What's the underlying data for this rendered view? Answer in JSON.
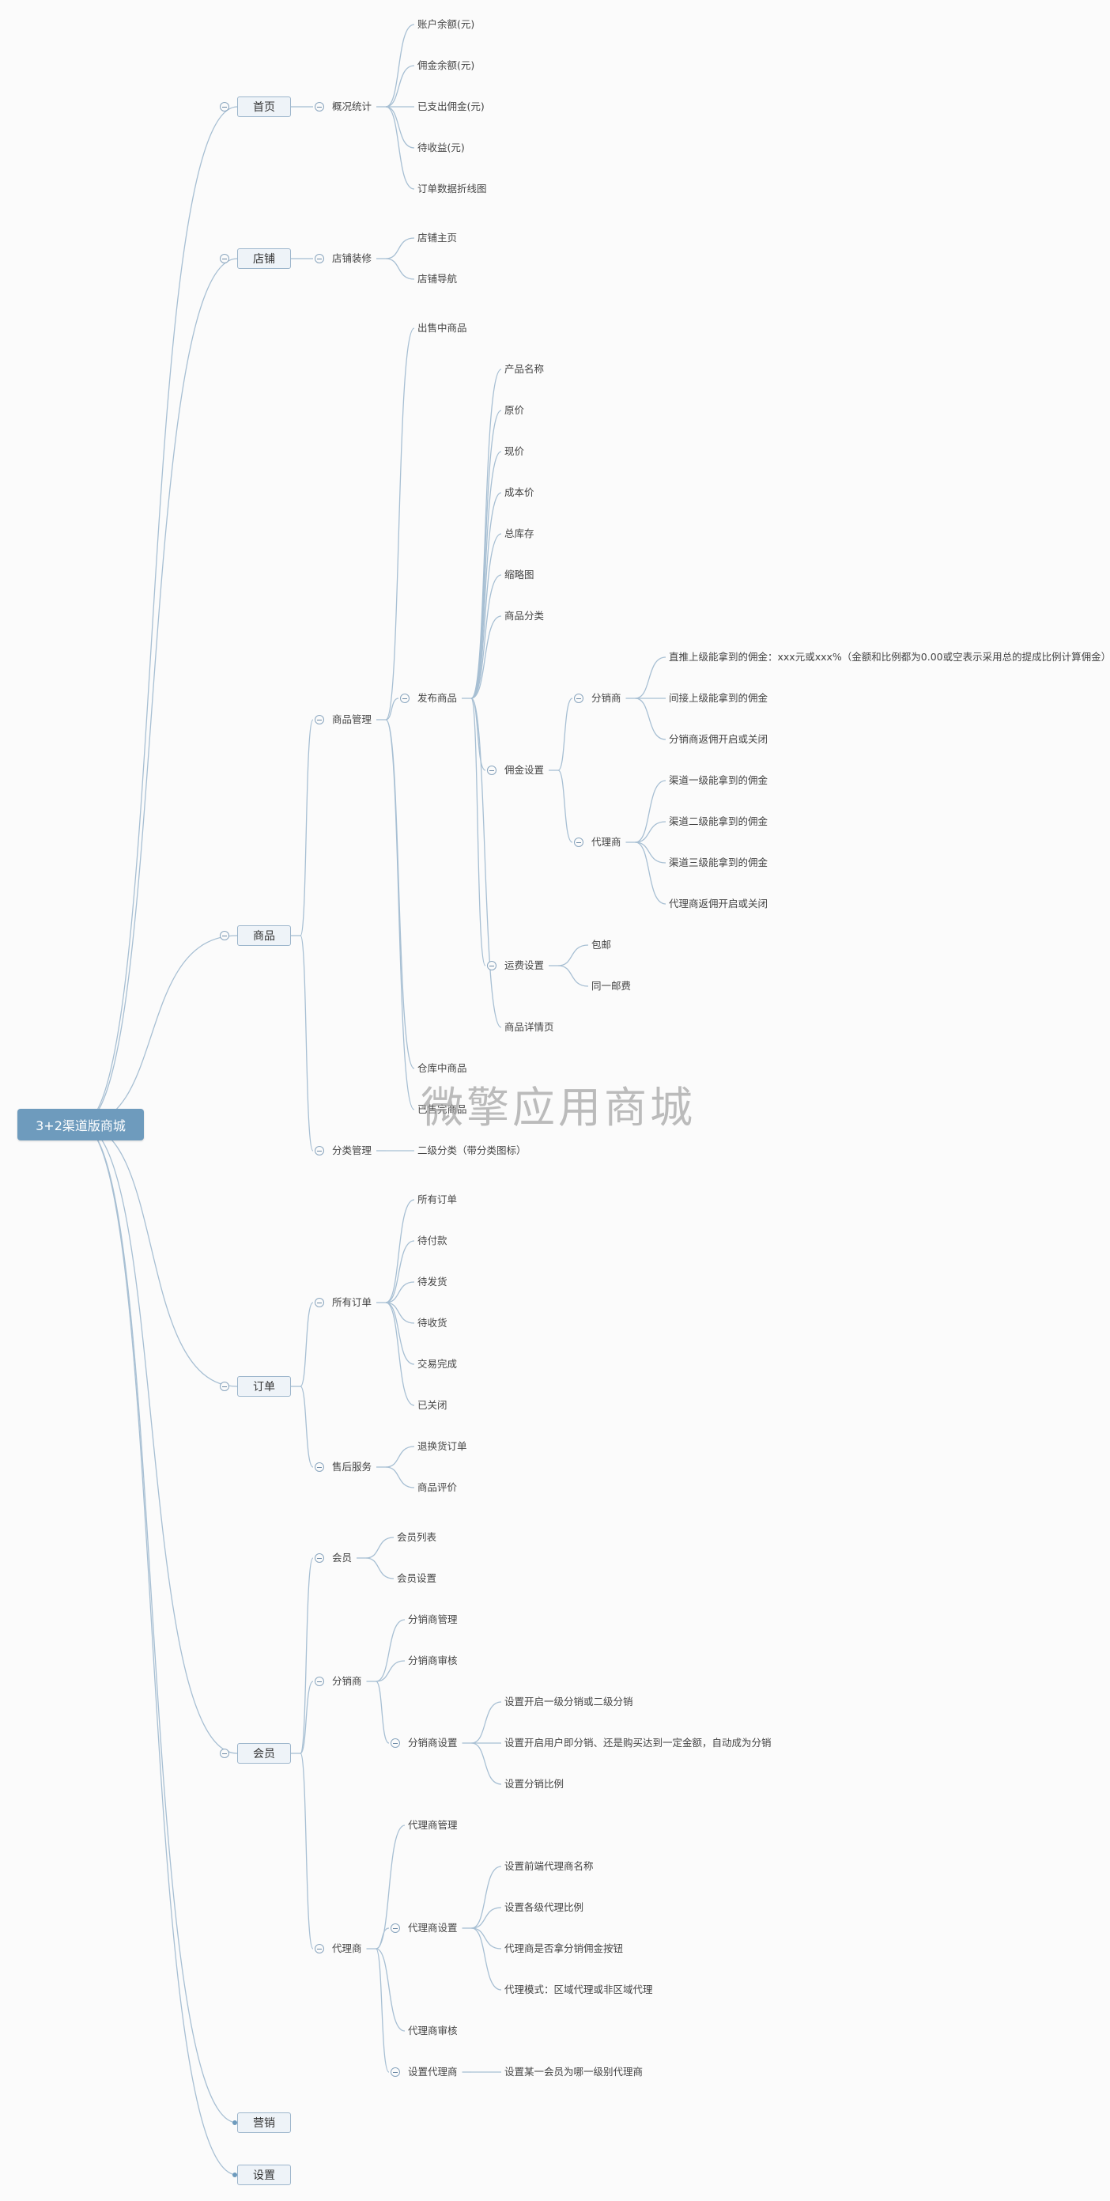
{
  "root": {
    "label": "3+2渠道版商城",
    "children": [
      {
        "label": "首页",
        "children": [
          {
            "label": "概况统计",
            "children": [
              {
                "label": "账户余额(元)"
              },
              {
                "label": "佣金余额(元)"
              },
              {
                "label": "已支出佣金(元)"
              },
              {
                "label": "待收益(元)"
              },
              {
                "label": "订单数据折线图"
              }
            ]
          }
        ]
      },
      {
        "label": "店铺",
        "children": [
          {
            "label": "店铺装修",
            "children": [
              {
                "label": "店铺主页"
              },
              {
                "label": "店铺导航"
              }
            ]
          }
        ]
      },
      {
        "label": "商品",
        "children": [
          {
            "label": "商品管理",
            "children": [
              {
                "label": "出售中商品"
              },
              {
                "label": "发布商品",
                "children": [
                  {
                    "label": "产品名称"
                  },
                  {
                    "label": "原价"
                  },
                  {
                    "label": "现价"
                  },
                  {
                    "label": "成本价"
                  },
                  {
                    "label": "总库存"
                  },
                  {
                    "label": "缩略图"
                  },
                  {
                    "label": "商品分类"
                  },
                  {
                    "label": "佣金设置",
                    "children": [
                      {
                        "label": "分销商",
                        "children": [
                          {
                            "label": "直推上级能拿到的佣金：xxx元或xxx%（金额和比例都为0.00或空表示采用总的提成比例计算佣金）"
                          },
                          {
                            "label": "间接上级能拿到的佣金"
                          },
                          {
                            "label": "分销商返佣开启或关闭"
                          }
                        ]
                      },
                      {
                        "label": "代理商",
                        "children": [
                          {
                            "label": "渠道一级能拿到的佣金"
                          },
                          {
                            "label": "渠道二级能拿到的佣金"
                          },
                          {
                            "label": "渠道三级能拿到的佣金"
                          },
                          {
                            "label": "代理商返佣开启或关闭"
                          }
                        ]
                      }
                    ]
                  },
                  {
                    "label": "运费设置",
                    "children": [
                      {
                        "label": "包邮"
                      },
                      {
                        "label": "同一邮费"
                      }
                    ]
                  },
                  {
                    "label": "商品详情页"
                  }
                ]
              },
              {
                "label": "仓库中商品"
              },
              {
                "label": "已售完商品"
              }
            ]
          },
          {
            "label": "分类管理",
            "children": [
              {
                "label": "二级分类（带分类图标）"
              }
            ]
          }
        ]
      },
      {
        "label": "订单",
        "children": [
          {
            "label": "所有订单",
            "children": [
              {
                "label": "所有订单"
              },
              {
                "label": "待付款"
              },
              {
                "label": "待发货"
              },
              {
                "label": "待收货"
              },
              {
                "label": "交易完成"
              },
              {
                "label": "已关闭"
              }
            ]
          },
          {
            "label": "售后服务",
            "children": [
              {
                "label": "退换货订单"
              },
              {
                "label": "商品评价"
              }
            ]
          }
        ]
      },
      {
        "label": "会员",
        "children": [
          {
            "label": "会员",
            "children": [
              {
                "label": "会员列表"
              },
              {
                "label": "会员设置"
              }
            ]
          },
          {
            "label": "分销商",
            "children": [
              {
                "label": "分销商管理"
              },
              {
                "label": "分销商审核"
              },
              {
                "label": "分销商设置",
                "children": [
                  {
                    "label": "设置开启一级分销或二级分销"
                  },
                  {
                    "label": "设置开启用户即分销、还是购买达到一定金额，自动成为分销"
                  },
                  {
                    "label": "设置分销比例"
                  }
                ]
              }
            ]
          },
          {
            "label": "代理商",
            "children": [
              {
                "label": "代理商管理"
              },
              {
                "label": "代理商设置",
                "children": [
                  {
                    "label": "设置前端代理商名称"
                  },
                  {
                    "label": "设置各级代理比例"
                  },
                  {
                    "label": "代理商是否拿分销佣金按钮"
                  },
                  {
                    "label": "代理模式：区域代理或非区域代理"
                  }
                ]
              },
              {
                "label": "代理商审核"
              },
              {
                "label": "设置代理商",
                "children": [
                  {
                    "label": "设置某一会员为哪一级别代理商"
                  }
                ]
              }
            ]
          }
        ]
      },
      {
        "label": "营销",
        "collapsed": true
      },
      {
        "label": "设置",
        "collapsed": true
      }
    ]
  },
  "watermark": "微擎应用商城",
  "colors": {
    "line": "#a7bfd3",
    "root_bg": "#6e9bbd",
    "box_bg": "#eef3f8",
    "box_border": "#9db6cc"
  }
}
